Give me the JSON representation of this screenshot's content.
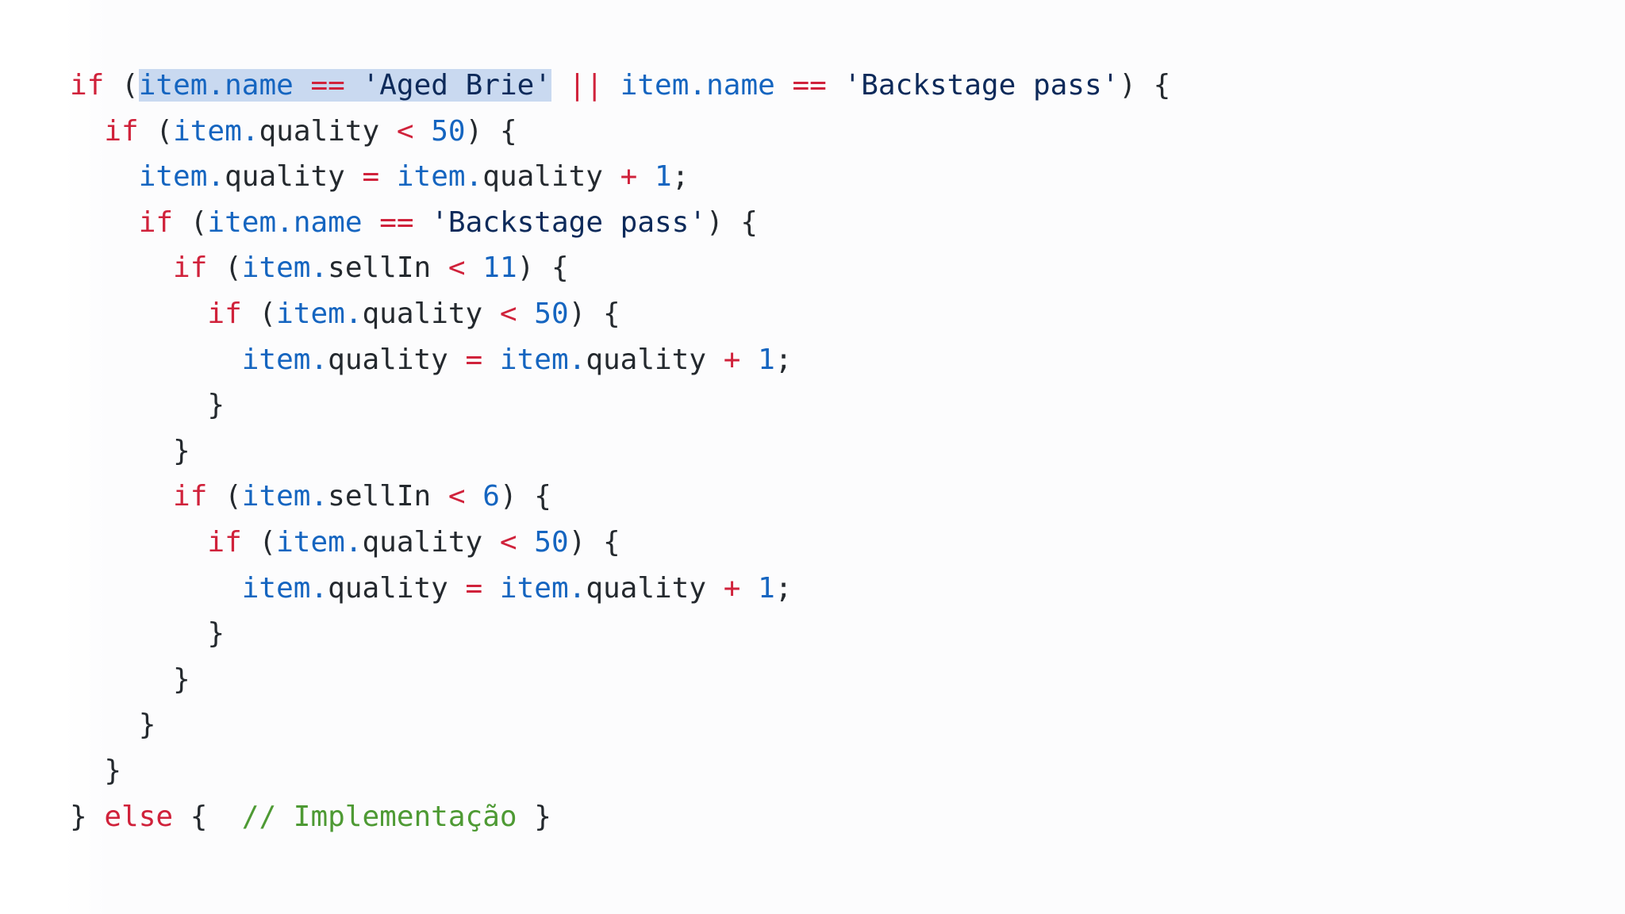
{
  "editor": {
    "language": "javascript",
    "selected_text": "item.name == 'Aged Brie'",
    "colors": {
      "keyword": "#d0223b",
      "object": "#1565c0",
      "number": "#1565c0",
      "string": "#0d2a5a",
      "comment": "#4e9a34",
      "selection": "#c9d9f0",
      "text": "#24292e"
    },
    "lines": [
      [
        {
          "t": "if",
          "k": "keyword"
        },
        {
          "t": " (",
          "k": "punct"
        },
        {
          "t": "item",
          "k": "obj",
          "sel": true
        },
        {
          "t": ".",
          "k": "dot",
          "sel": true
        },
        {
          "t": "name",
          "k": "prop-blue",
          "sel": true
        },
        {
          "t": " ",
          "k": "punct",
          "sel": true
        },
        {
          "t": "==",
          "k": "op",
          "sel": true
        },
        {
          "t": " ",
          "k": "punct",
          "sel": true
        },
        {
          "t": "'Aged Brie'",
          "k": "string",
          "sel": true
        },
        {
          "t": " ",
          "k": "punct"
        },
        {
          "t": "||",
          "k": "op"
        },
        {
          "t": " ",
          "k": "punct"
        },
        {
          "t": "item",
          "k": "obj"
        },
        {
          "t": ".",
          "k": "dot"
        },
        {
          "t": "name",
          "k": "prop-blue"
        },
        {
          "t": " ",
          "k": "punct"
        },
        {
          "t": "==",
          "k": "op"
        },
        {
          "t": " ",
          "k": "punct"
        },
        {
          "t": "'Backstage pass'",
          "k": "string"
        },
        {
          "t": ") {",
          "k": "punct"
        }
      ],
      [
        {
          "t": "  ",
          "k": "punct"
        },
        {
          "t": "if",
          "k": "keyword"
        },
        {
          "t": " (",
          "k": "punct"
        },
        {
          "t": "item",
          "k": "obj"
        },
        {
          "t": ".",
          "k": "dot"
        },
        {
          "t": "quality",
          "k": "prop"
        },
        {
          "t": " ",
          "k": "punct"
        },
        {
          "t": "<",
          "k": "op"
        },
        {
          "t": " ",
          "k": "punct"
        },
        {
          "t": "50",
          "k": "num"
        },
        {
          "t": ") {",
          "k": "punct"
        }
      ],
      [
        {
          "t": "    ",
          "k": "punct"
        },
        {
          "t": "item",
          "k": "obj"
        },
        {
          "t": ".",
          "k": "dot"
        },
        {
          "t": "quality",
          "k": "prop"
        },
        {
          "t": " ",
          "k": "punct"
        },
        {
          "t": "=",
          "k": "op"
        },
        {
          "t": " ",
          "k": "punct"
        },
        {
          "t": "item",
          "k": "obj"
        },
        {
          "t": ".",
          "k": "dot"
        },
        {
          "t": "quality",
          "k": "prop"
        },
        {
          "t": " ",
          "k": "punct"
        },
        {
          "t": "+",
          "k": "op"
        },
        {
          "t": " ",
          "k": "punct"
        },
        {
          "t": "1",
          "k": "num"
        },
        {
          "t": ";",
          "k": "punct"
        }
      ],
      [
        {
          "t": "    ",
          "k": "punct"
        },
        {
          "t": "if",
          "k": "keyword"
        },
        {
          "t": " (",
          "k": "punct"
        },
        {
          "t": "item",
          "k": "obj"
        },
        {
          "t": ".",
          "k": "dot"
        },
        {
          "t": "name",
          "k": "prop-blue"
        },
        {
          "t": " ",
          "k": "punct"
        },
        {
          "t": "==",
          "k": "op"
        },
        {
          "t": " ",
          "k": "punct"
        },
        {
          "t": "'Backstage pass'",
          "k": "string"
        },
        {
          "t": ") {",
          "k": "punct"
        }
      ],
      [
        {
          "t": "      ",
          "k": "punct"
        },
        {
          "t": "if",
          "k": "keyword"
        },
        {
          "t": " (",
          "k": "punct"
        },
        {
          "t": "item",
          "k": "obj"
        },
        {
          "t": ".",
          "k": "dot"
        },
        {
          "t": "sellIn",
          "k": "prop"
        },
        {
          "t": " ",
          "k": "punct"
        },
        {
          "t": "<",
          "k": "op"
        },
        {
          "t": " ",
          "k": "punct"
        },
        {
          "t": "11",
          "k": "num"
        },
        {
          "t": ") {",
          "k": "punct"
        }
      ],
      [
        {
          "t": "        ",
          "k": "punct"
        },
        {
          "t": "if",
          "k": "keyword"
        },
        {
          "t": " (",
          "k": "punct"
        },
        {
          "t": "item",
          "k": "obj"
        },
        {
          "t": ".",
          "k": "dot"
        },
        {
          "t": "quality",
          "k": "prop"
        },
        {
          "t": " ",
          "k": "punct"
        },
        {
          "t": "<",
          "k": "op"
        },
        {
          "t": " ",
          "k": "punct"
        },
        {
          "t": "50",
          "k": "num"
        },
        {
          "t": ") {",
          "k": "punct"
        }
      ],
      [
        {
          "t": "          ",
          "k": "punct"
        },
        {
          "t": "item",
          "k": "obj"
        },
        {
          "t": ".",
          "k": "dot"
        },
        {
          "t": "quality",
          "k": "prop"
        },
        {
          "t": " ",
          "k": "punct"
        },
        {
          "t": "=",
          "k": "op"
        },
        {
          "t": " ",
          "k": "punct"
        },
        {
          "t": "item",
          "k": "obj"
        },
        {
          "t": ".",
          "k": "dot"
        },
        {
          "t": "quality",
          "k": "prop"
        },
        {
          "t": " ",
          "k": "punct"
        },
        {
          "t": "+",
          "k": "op"
        },
        {
          "t": " ",
          "k": "punct"
        },
        {
          "t": "1",
          "k": "num"
        },
        {
          "t": ";",
          "k": "punct"
        }
      ],
      [
        {
          "t": "        }",
          "k": "punct"
        }
      ],
      [
        {
          "t": "      }",
          "k": "punct"
        }
      ],
      [
        {
          "t": "      ",
          "k": "punct"
        },
        {
          "t": "if",
          "k": "keyword"
        },
        {
          "t": " (",
          "k": "punct"
        },
        {
          "t": "item",
          "k": "obj"
        },
        {
          "t": ".",
          "k": "dot"
        },
        {
          "t": "sellIn",
          "k": "prop"
        },
        {
          "t": " ",
          "k": "punct"
        },
        {
          "t": "<",
          "k": "op"
        },
        {
          "t": " ",
          "k": "punct"
        },
        {
          "t": "6",
          "k": "num"
        },
        {
          "t": ") {",
          "k": "punct"
        }
      ],
      [
        {
          "t": "        ",
          "k": "punct"
        },
        {
          "t": "if",
          "k": "keyword"
        },
        {
          "t": " (",
          "k": "punct"
        },
        {
          "t": "item",
          "k": "obj"
        },
        {
          "t": ".",
          "k": "dot"
        },
        {
          "t": "quality",
          "k": "prop"
        },
        {
          "t": " ",
          "k": "punct"
        },
        {
          "t": "<",
          "k": "op"
        },
        {
          "t": " ",
          "k": "punct"
        },
        {
          "t": "50",
          "k": "num"
        },
        {
          "t": ") {",
          "k": "punct"
        }
      ],
      [
        {
          "t": "          ",
          "k": "punct"
        },
        {
          "t": "item",
          "k": "obj"
        },
        {
          "t": ".",
          "k": "dot"
        },
        {
          "t": "quality",
          "k": "prop"
        },
        {
          "t": " ",
          "k": "punct"
        },
        {
          "t": "=",
          "k": "op"
        },
        {
          "t": " ",
          "k": "punct"
        },
        {
          "t": "item",
          "k": "obj"
        },
        {
          "t": ".",
          "k": "dot"
        },
        {
          "t": "quality",
          "k": "prop"
        },
        {
          "t": " ",
          "k": "punct"
        },
        {
          "t": "+",
          "k": "op"
        },
        {
          "t": " ",
          "k": "punct"
        },
        {
          "t": "1",
          "k": "num"
        },
        {
          "t": ";",
          "k": "punct"
        }
      ],
      [
        {
          "t": "        }",
          "k": "punct"
        }
      ],
      [
        {
          "t": "      }",
          "k": "punct"
        }
      ],
      [
        {
          "t": "    }",
          "k": "punct"
        }
      ],
      [
        {
          "t": "  }",
          "k": "punct"
        }
      ],
      [
        {
          "t": "} ",
          "k": "punct"
        },
        {
          "t": "else",
          "k": "keyword"
        },
        {
          "t": " {  ",
          "k": "punct"
        },
        {
          "t": "// Implementação",
          "k": "comment"
        },
        {
          "t": " }",
          "k": "punct"
        }
      ]
    ]
  }
}
